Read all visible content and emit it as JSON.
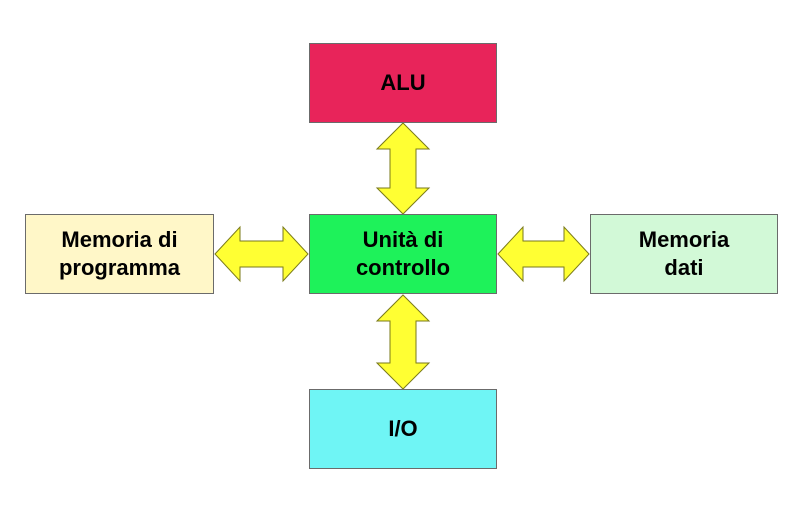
{
  "diagram": {
    "alu": {
      "label": "ALU",
      "color": "#e8245a"
    },
    "control_unit": {
      "line1": "Unità di",
      "line2": "controllo",
      "color": "#1ef25a"
    },
    "io": {
      "label": "I/O",
      "color": "#6ff5f5"
    },
    "program_memory": {
      "line1": "Memoria di",
      "line2": "programma",
      "color": "#fff7c8"
    },
    "data_memory": {
      "line1": "Memoria",
      "line2": "dati",
      "color": "#d2f9d7"
    },
    "arrow_color": "#ffff33",
    "arrow_stroke": "#7a7a1a"
  }
}
